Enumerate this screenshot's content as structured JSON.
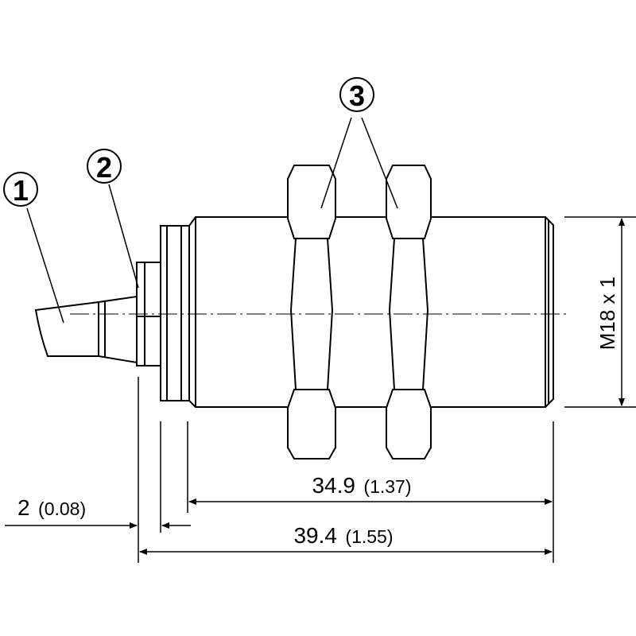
{
  "callouts": [
    {
      "id": "1",
      "label": "①"
    },
    {
      "id": "2",
      "label": "②"
    },
    {
      "id": "3",
      "label": "③"
    }
  ],
  "dimensions": {
    "thread": "M18 x 1",
    "length_short": {
      "value": "34.9",
      "imperial": "(1.37)"
    },
    "length_total": {
      "value": "39.4",
      "imperial": "(1.55)"
    },
    "offset": {
      "value": "2",
      "imperial": "(0.08)"
    }
  },
  "colors": {
    "line": "#000000",
    "background": "#ffffff"
  }
}
